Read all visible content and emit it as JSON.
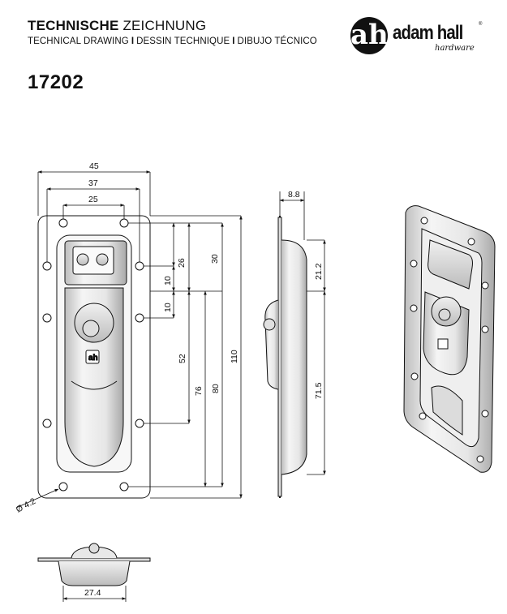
{
  "header": {
    "title_bold": "TECHNISCHE",
    "title_rest": " ZEICHNUNG",
    "subtitle": [
      "TECHNICAL DRAWING",
      "DESSIN TECHNIQUE",
      "DIBUJO TÉCNICO"
    ],
    "separator": "I",
    "part_number": "17202"
  },
  "logo": {
    "mark": "ah",
    "name": "adam hall",
    "tagline": "hardware",
    "reg": "®"
  },
  "dimensions": {
    "width_45": "45",
    "width_37": "37",
    "width_25": "25",
    "v_26": "26",
    "v_30": "30",
    "v_10a": "10",
    "v_10b": "10",
    "v_52": "52",
    "v_76": "76",
    "v_80": "80",
    "v_110": "110",
    "hole_dia": "Ø 4.2",
    "depth_8_8": "8.8",
    "side_21_2": "21.2",
    "side_71_5": "71.5",
    "bottom_27_4": "27.4"
  },
  "colors": {
    "line": "#111111",
    "metal_light": "#f2f2f2",
    "metal_mid": "#cfcfcf",
    "metal_dark": "#8a8a8a"
  }
}
